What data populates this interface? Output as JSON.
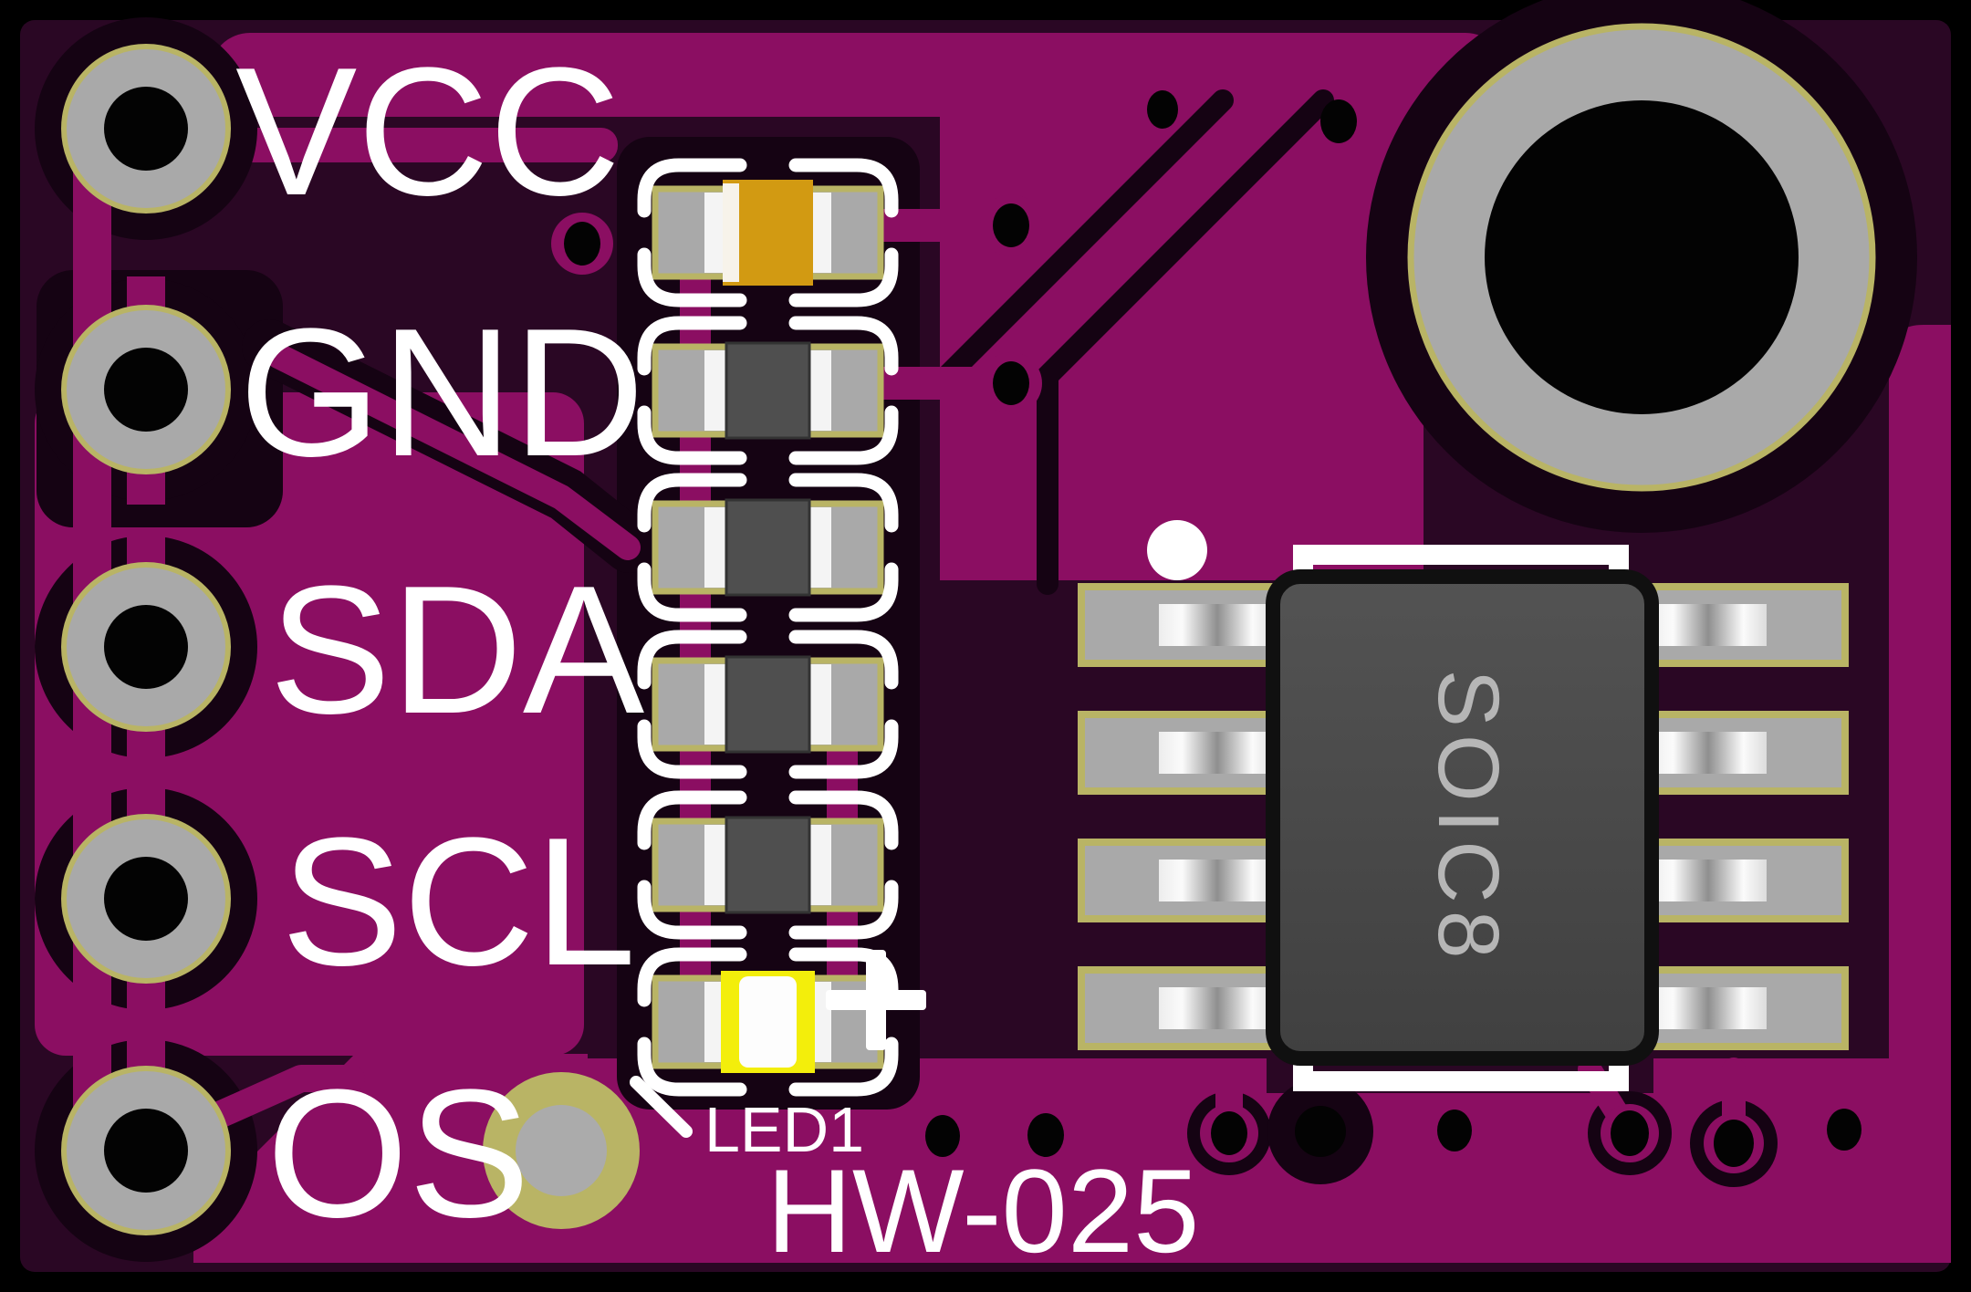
{
  "board": {
    "name": "HW-025",
    "type_note": "purple soldermask breakout PCB render",
    "ic_package_label": "SOIC8",
    "led_refdes": "LED1",
    "led_polarity_mark": "+"
  },
  "pin_labels": [
    {
      "label": "VCC"
    },
    {
      "label": "GND"
    },
    {
      "label": "SDA"
    },
    {
      "label": "SCL"
    },
    {
      "label": "OS"
    }
  ],
  "icons": [
    {
      "name": "mounting-hole",
      "shape": "plated circle, top right"
    },
    {
      "name": "pin1-dot",
      "shape": "white silkscreen dot near IC pin 1"
    },
    {
      "name": "test-point",
      "shape": "khaki circle near OS pad"
    }
  ],
  "colors": {
    "bg": "#000000",
    "board": "#2a0724",
    "clear": "#150313",
    "pour": "#8b0e62",
    "padgray": "#a9a9a9",
    "khaki": "#b9b465",
    "silk": "#ffffff",
    "hole": "#030303",
    "chip": "#4a4a4a",
    "chipedge": "#101010",
    "chiptext": "#b6b6b6",
    "gold": "#d29a12",
    "resbody": "#4f4f4f",
    "ledyellow": "#f3ee0b",
    "solder": "#f4f4f4"
  }
}
